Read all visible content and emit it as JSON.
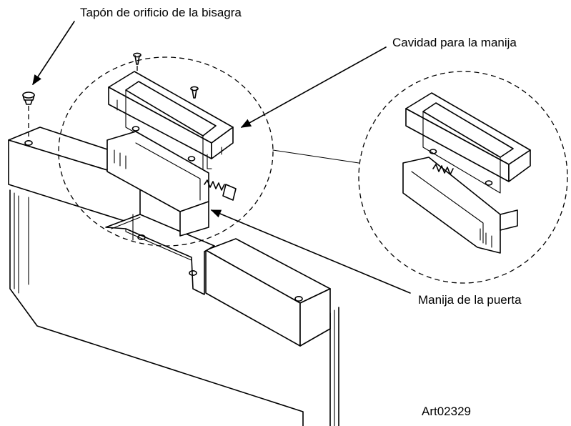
{
  "labels": {
    "hinge_hole_plug": "Tapón de orificio de la bisagra",
    "handle_cavity": "Cavidad para la manija",
    "door_handle": "Manija de la puerta",
    "art_number": "Art02329"
  },
  "colors": {
    "ink": "#000000",
    "paper": "#ffffff"
  }
}
